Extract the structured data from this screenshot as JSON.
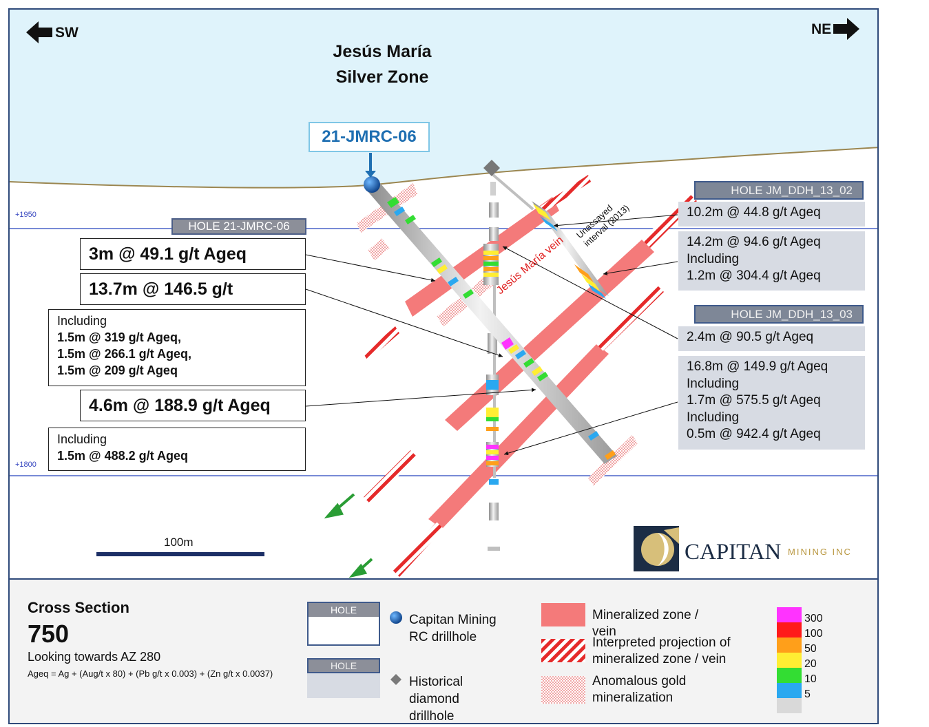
{
  "title": {
    "line1": "Jesús María",
    "line2": "Silver Zone"
  },
  "directions": {
    "left": "SW",
    "right": "NE"
  },
  "hole_id": "21-JMRC-06",
  "hole_tags": {
    "main": "HOLE 21-JMRC-06",
    "ddh02": "HOLE JM_DDH_13_02",
    "ddh03": "HOLE JM_DDH_13_03"
  },
  "elevations": {
    "upper": "+1950",
    "lower": "+1800"
  },
  "left_intercepts": [
    {
      "text": "3m @ 49.1 g/t Ageq"
    },
    {
      "text": "13.7m @ 146.5 g/t"
    },
    {
      "text": "4.6m @ 188.9 g/t Ageq"
    }
  ],
  "left_including": [
    {
      "lines": [
        "Including",
        "1.5m @ 319 g/t Ageq,",
        "1.5m @ 266.1 g/t Ageq,",
        "1.5m @ 209 g/t Ageq"
      ]
    },
    {
      "lines": [
        "Including",
        "1.5m @ 488.2 g/t Ageq"
      ]
    }
  ],
  "right_intercepts": [
    {
      "lines": [
        "10.2m @ 44.8 g/t Ageq"
      ]
    },
    {
      "lines": [
        "14.2m @ 94.6 g/t Ageq",
        "Including",
        "1.2m @ 304.4 g/t Ageq"
      ]
    },
    {
      "lines": [
        "2.4m @ 90.5 g/t Ageq"
      ]
    },
    {
      "lines": [
        "16.8m @ 149.9 g/t Ageq",
        "Including",
        "1.7m @ 575.5 g/t Ageq",
        "Including",
        "0.5m @ 942.4 g/t Ageq"
      ]
    }
  ],
  "annotations": {
    "vein": "Jesús María vein",
    "unassayed_1": "Unassayed",
    "unassayed_2": "interval (2013)"
  },
  "scale_bar": "100m",
  "logo": {
    "name": "CAPITAN",
    "suffix": "MINING INC"
  },
  "legend": {
    "section_label": "Cross Section",
    "section_number": "750",
    "looking": "Looking towards AZ 280",
    "formula": "Ageq = Ag + (Aug/t x 80) + (Pb g/t x 0.003) + (Zn g/t x 0.0037)",
    "hole_tag": "HOLE",
    "rc_label": [
      "Capitan Mining",
      "RC drillhole"
    ],
    "hist_label": [
      "Historical",
      "diamond",
      "drillhole"
    ],
    "mineralized": [
      "Mineralized zone /",
      "vein"
    ],
    "interpreted": [
      "Interpreted projection of",
      "mineralized zone / vein"
    ],
    "anomalous": [
      "Anomalous gold",
      "mineralization"
    ],
    "grade_scale": [
      {
        "value": "300",
        "color": "#ff33ff"
      },
      {
        "value": "100",
        "color": "#ff1a1a"
      },
      {
        "value": "50",
        "color": "#ff9f1a"
      },
      {
        "value": "20",
        "color": "#ffee33"
      },
      {
        "value": "10",
        "color": "#33dd33"
      },
      {
        "value": "5",
        "color": "#2aa8f0"
      },
      {
        "value": "",
        "color": "#d9d9d9"
      }
    ]
  },
  "colors": {
    "sky": "#dff3fb",
    "mineralized": "#f47a7a",
    "projection": "#e52a2a",
    "frame": "#2f4a7a",
    "hole_id": "#1f6fb2"
  }
}
